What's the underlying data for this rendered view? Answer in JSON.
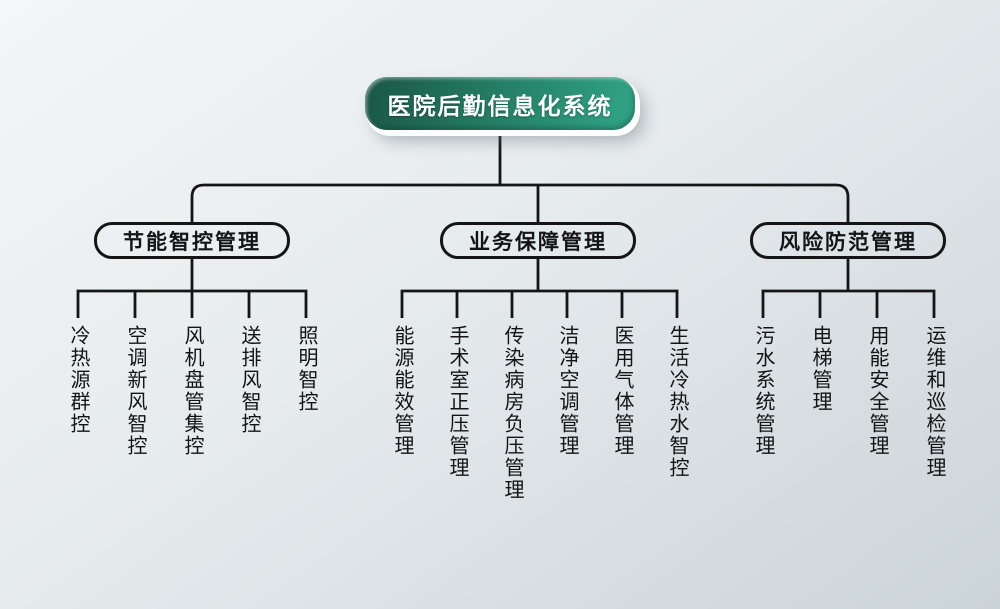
{
  "tree": {
    "root": "医院后勤信息化系统",
    "branches": [
      {
        "label": "节能智控管理",
        "children": [
          "冷热源群控",
          "空调新风智控",
          "风机盘管集控",
          "送排风智控",
          "照明智控"
        ]
      },
      {
        "label": "业务保障管理",
        "children": [
          "能源能效管理",
          "手术室正压管理",
          "传染病房负压管理",
          "洁净空调管理",
          "医用气体管理",
          "生活冷热水智控"
        ]
      },
      {
        "label": "风险防范管理",
        "children": [
          "污水系统管理",
          "电梯管理",
          "用能安全管理",
          "运维和巡检管理"
        ]
      }
    ]
  },
  "colors": {
    "background_start": "#f4f6f7",
    "background_end": "#cbd4d9",
    "line": "#151515",
    "text": "#141414",
    "root_gradient_start": "#1b5645",
    "root_gradient_end": "#31a588",
    "root_text": "#ffffff"
  }
}
